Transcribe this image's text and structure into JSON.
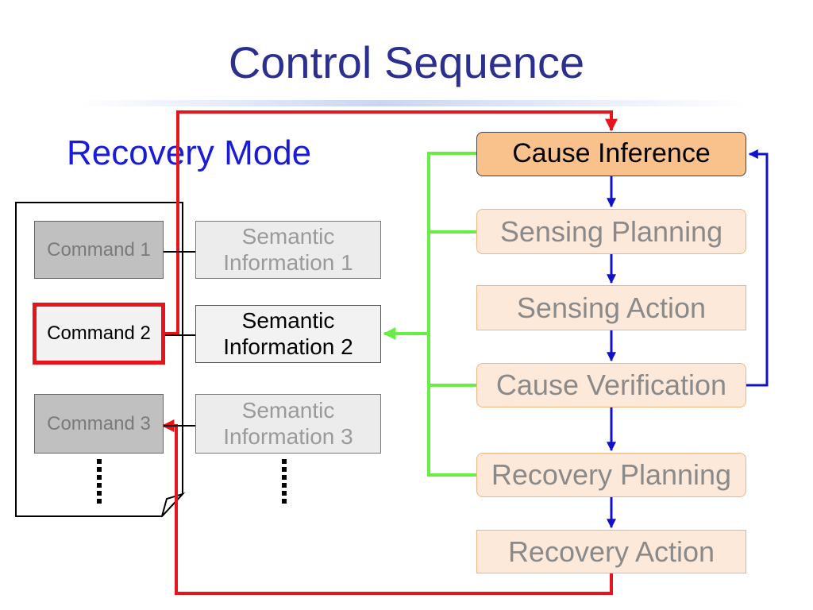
{
  "title": "Control Sequence",
  "subtitle": "Recovery Mode",
  "commands": [
    {
      "label": "Command 1",
      "state": "inactive"
    },
    {
      "label": "Command 2",
      "state": "active"
    },
    {
      "label": "Command 3",
      "state": "inactive"
    }
  ],
  "semantic_info": [
    {
      "label": "Semantic Information 1",
      "line1": "Semantic",
      "line2": "Information 1",
      "state": "inactive"
    },
    {
      "label": "Semantic Information 2",
      "line1": "Semantic",
      "line2": "Information 2",
      "state": "active"
    },
    {
      "label": "Semantic Information 3",
      "line1": "Semantic",
      "line2": "Information 3",
      "state": "inactive"
    }
  ],
  "steps": [
    {
      "label": "Cause Inference",
      "state": "active"
    },
    {
      "label": "Sensing Planning",
      "state": "inactive"
    },
    {
      "label": "Sensing Action",
      "state": "inactive"
    },
    {
      "label": "Cause Verification",
      "state": "inactive"
    },
    {
      "label": "Recovery Planning",
      "state": "inactive"
    },
    {
      "label": "Recovery Action",
      "state": "inactive"
    }
  ],
  "colors": {
    "title": "#2b2f8f",
    "subtitle": "#1a1adb",
    "red_flow": "#e8141b",
    "green_flow": "#66ee44",
    "blue_flow": "#1111cc",
    "step_fill": "#fde9d9",
    "step_active_fill": "#f9c18c"
  }
}
